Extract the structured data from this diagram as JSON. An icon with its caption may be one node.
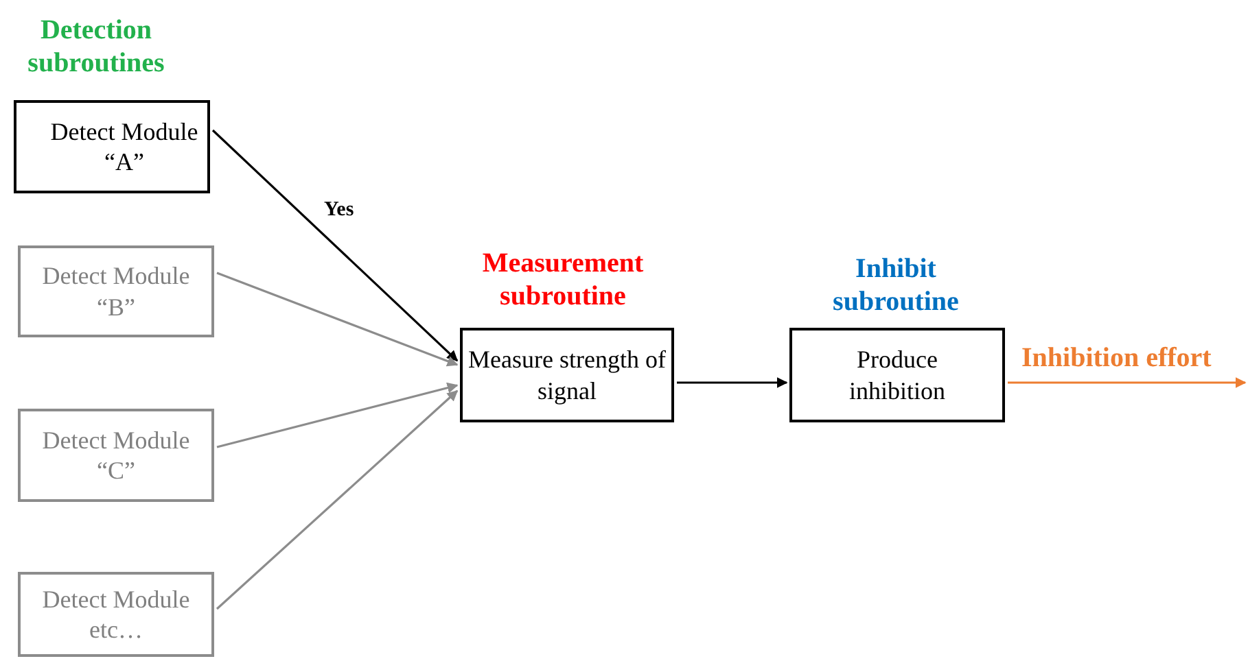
{
  "diagram": {
    "nodes": [
      {
        "text": [
          "Detection subroutines",
          "Detect Module “A”"
        ]
      },
      {
        "text": [
          "Detect Module “B”"
        ]
      },
      {
        "text": [
          "Detect Module “C”"
        ]
      },
      {
        "text": [
          "Detect Module etc…"
        ]
      },
      {
        "text": [
          "Measurement subroutine",
          "Measure strength of signal"
        ]
      },
      {
        "text": [
          "Inhibit subroutine",
          "Produce inhibition"
        ]
      }
    ],
    "edges": [
      {
        "from": 0,
        "to": 4,
        "arrow": "to",
        "label": "Yes",
        "color": "#000000"
      },
      {
        "from": 1,
        "to": 4,
        "arrow": "to",
        "color": "#8c8c8c"
      },
      {
        "from": 2,
        "to": 4,
        "arrow": "to",
        "color": "#8c8c8c"
      },
      {
        "from": 3,
        "to": 4,
        "arrow": "to",
        "color": "#8c8c8c"
      },
      {
        "from": 4,
        "to": 5,
        "arrow": "to",
        "color": "#000000"
      },
      {
        "from": 5,
        "to": null,
        "arrow": "to",
        "label": "Inhibition effort",
        "color": "#ed7d31"
      }
    ]
  }
}
